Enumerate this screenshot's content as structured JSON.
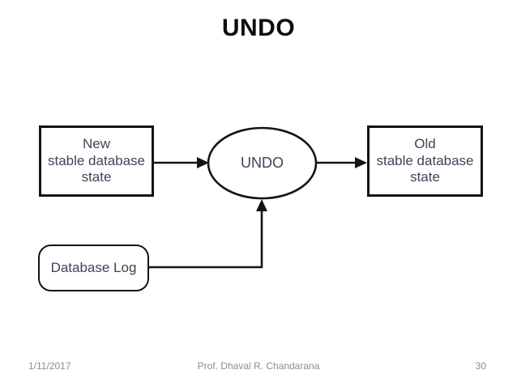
{
  "slide": {
    "title": "UNDO",
    "footer": {
      "date": "1/11/2017",
      "author": "Prof. Dhaval R. Chandarana",
      "page": "30"
    }
  },
  "diagram": {
    "type": "flowchart",
    "nodes": {
      "new_state": {
        "shape": "rectangle",
        "label": "New\nstable database\nstate"
      },
      "undo": {
        "shape": "ellipse",
        "label": "UNDO"
      },
      "old_state": {
        "shape": "rectangle",
        "label": "Old\nstable database\nstate"
      },
      "database_log": {
        "shape": "rounded-rectangle",
        "label": "Database Log"
      }
    },
    "edges": [
      {
        "from": "new_state",
        "to": "undo",
        "style": "arrow-right"
      },
      {
        "from": "undo",
        "to": "old_state",
        "style": "arrow-right"
      },
      {
        "from": "database_log",
        "to": "undo",
        "style": "elbow-arrow-up"
      }
    ],
    "colors": {
      "line": "#141414",
      "node_text": "#3d4455",
      "title_text": "#0d0d0d",
      "footer_text": "#8e8e8e",
      "background": "#ffffff"
    }
  }
}
